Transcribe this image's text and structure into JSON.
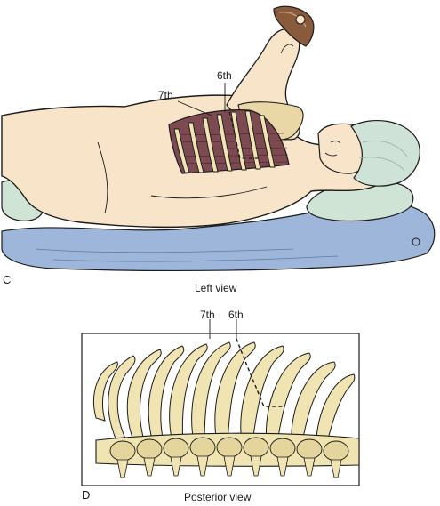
{
  "panel_c": {
    "letter": "C",
    "view_caption": "Left view",
    "rib_labels": {
      "upper": "6th",
      "lower": "7th"
    }
  },
  "panel_d": {
    "letter": "D",
    "view_caption": "Posterior view",
    "rib_labels": {
      "left": "7th",
      "right": "6th"
    }
  },
  "colors": {
    "skin": "#f7e4c9",
    "muscle": "#7e4a52",
    "bone": "#efe4b2",
    "sheet": "#9db6d9",
    "pillow": "#cfe4d5",
    "cap": "#cfe2d8",
    "strap": "#8a5a3c",
    "outline": "#1b1b1b"
  }
}
